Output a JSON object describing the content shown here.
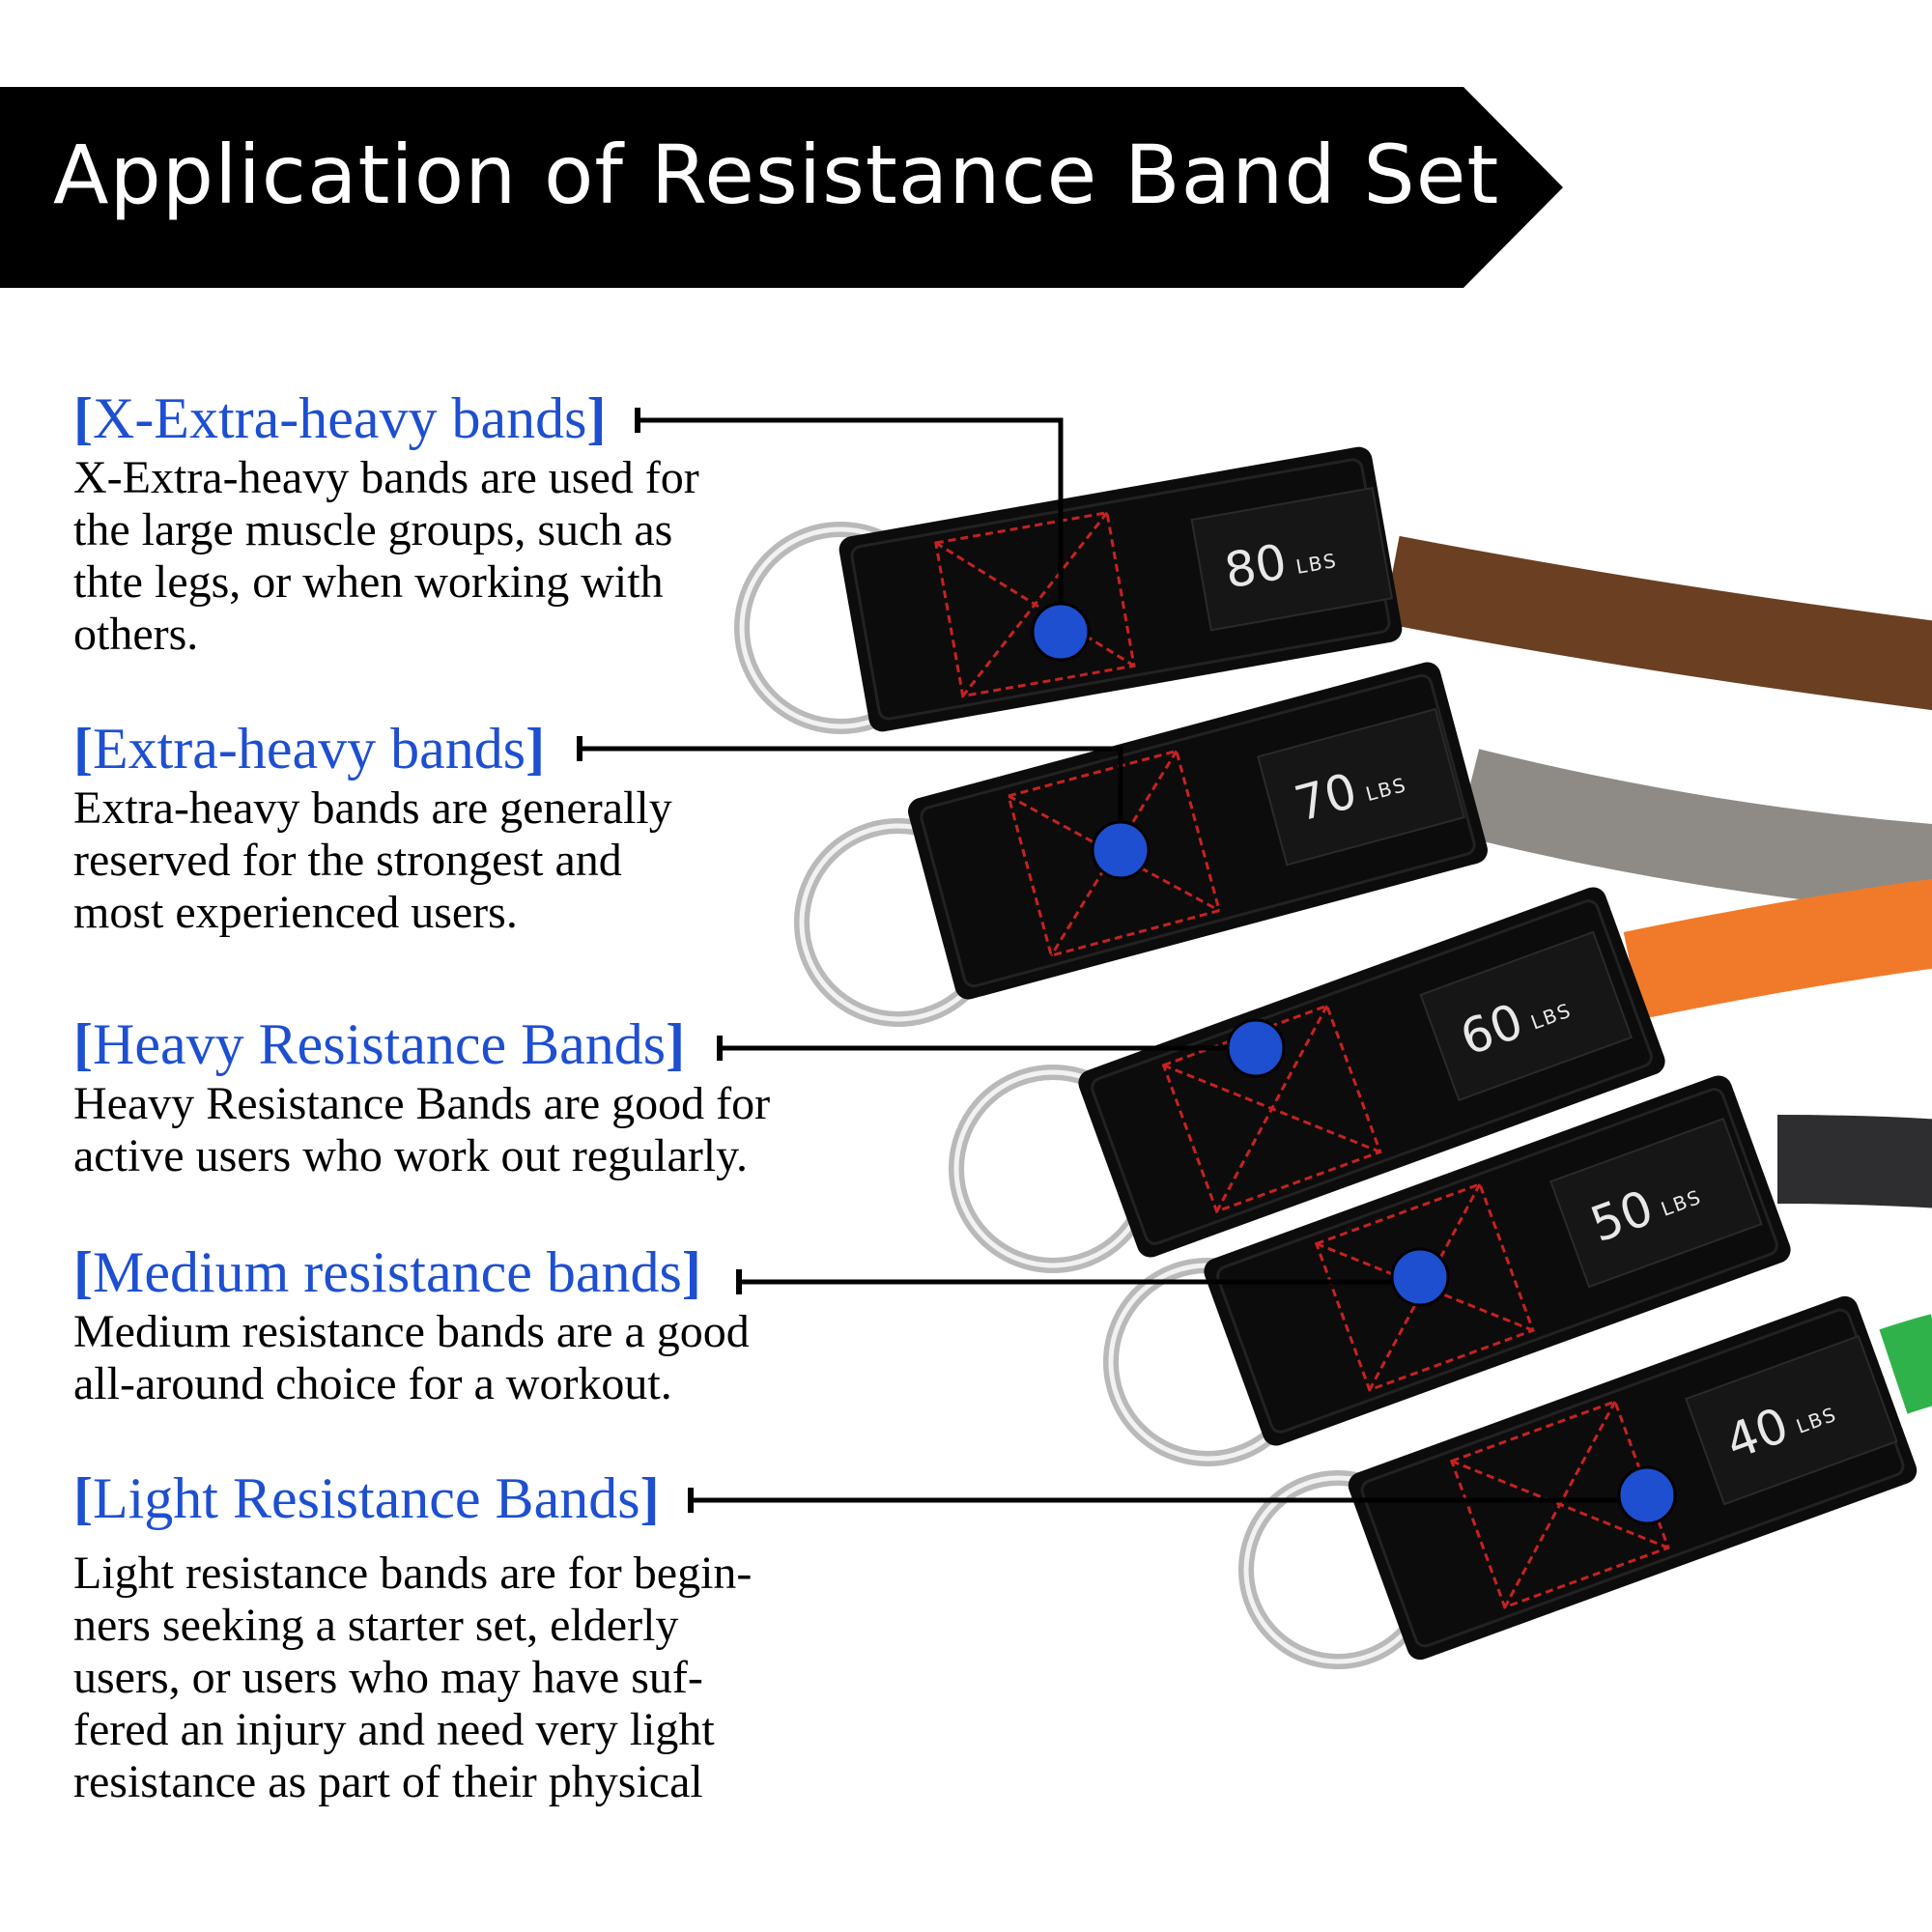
{
  "banner": {
    "title": "Application of Resistance Band Set",
    "background": "#000000"
  },
  "accent_color": "#1d4fd0",
  "bands": [
    {
      "title": "X-Extra-heavy bands",
      "desc_lines": [
        "X-Extra-heavy bands are used for",
        "the large muscle groups, such as",
        "thte legs, or when working with",
        "others."
      ],
      "tag_number": "80",
      "tag_unit": "LBS",
      "tube_color": "#6b3f22"
    },
    {
      "title": "Extra-heavy bands",
      "desc_lines": [
        "Extra-heavy bands are generally",
        "reserved for the strongest and",
        "most experienced users."
      ],
      "tag_number": "70",
      "tag_unit": "LBS",
      "tube_color": "#8e8b86"
    },
    {
      "title": "Heavy Resistance Bands",
      "desc_lines": [
        "Heavy Resistance Bands are good for",
        "active users who work out regularly."
      ],
      "tag_number": "60",
      "tag_unit": "LBS",
      "tube_color": "#f07a2a"
    },
    {
      "title": "Medium resistance bands",
      "desc_lines": [
        "Medium resistance bands are a good",
        "all-around choice for a workout."
      ],
      "tag_number": "50",
      "tag_unit": "LBS",
      "tube_color": "#2e2e30"
    },
    {
      "title": "Light Resistance Bands",
      "desc_lines": [
        "Light resistance bands are for begin-",
        "ners seeking a starter set, elderly",
        "users, or users who may have suf-",
        "fered an injury and need very light",
        "resistance as part of their physical"
      ],
      "tag_number": "40",
      "tag_unit": "LBS",
      "tube_color": "#2fb24a"
    }
  ]
}
